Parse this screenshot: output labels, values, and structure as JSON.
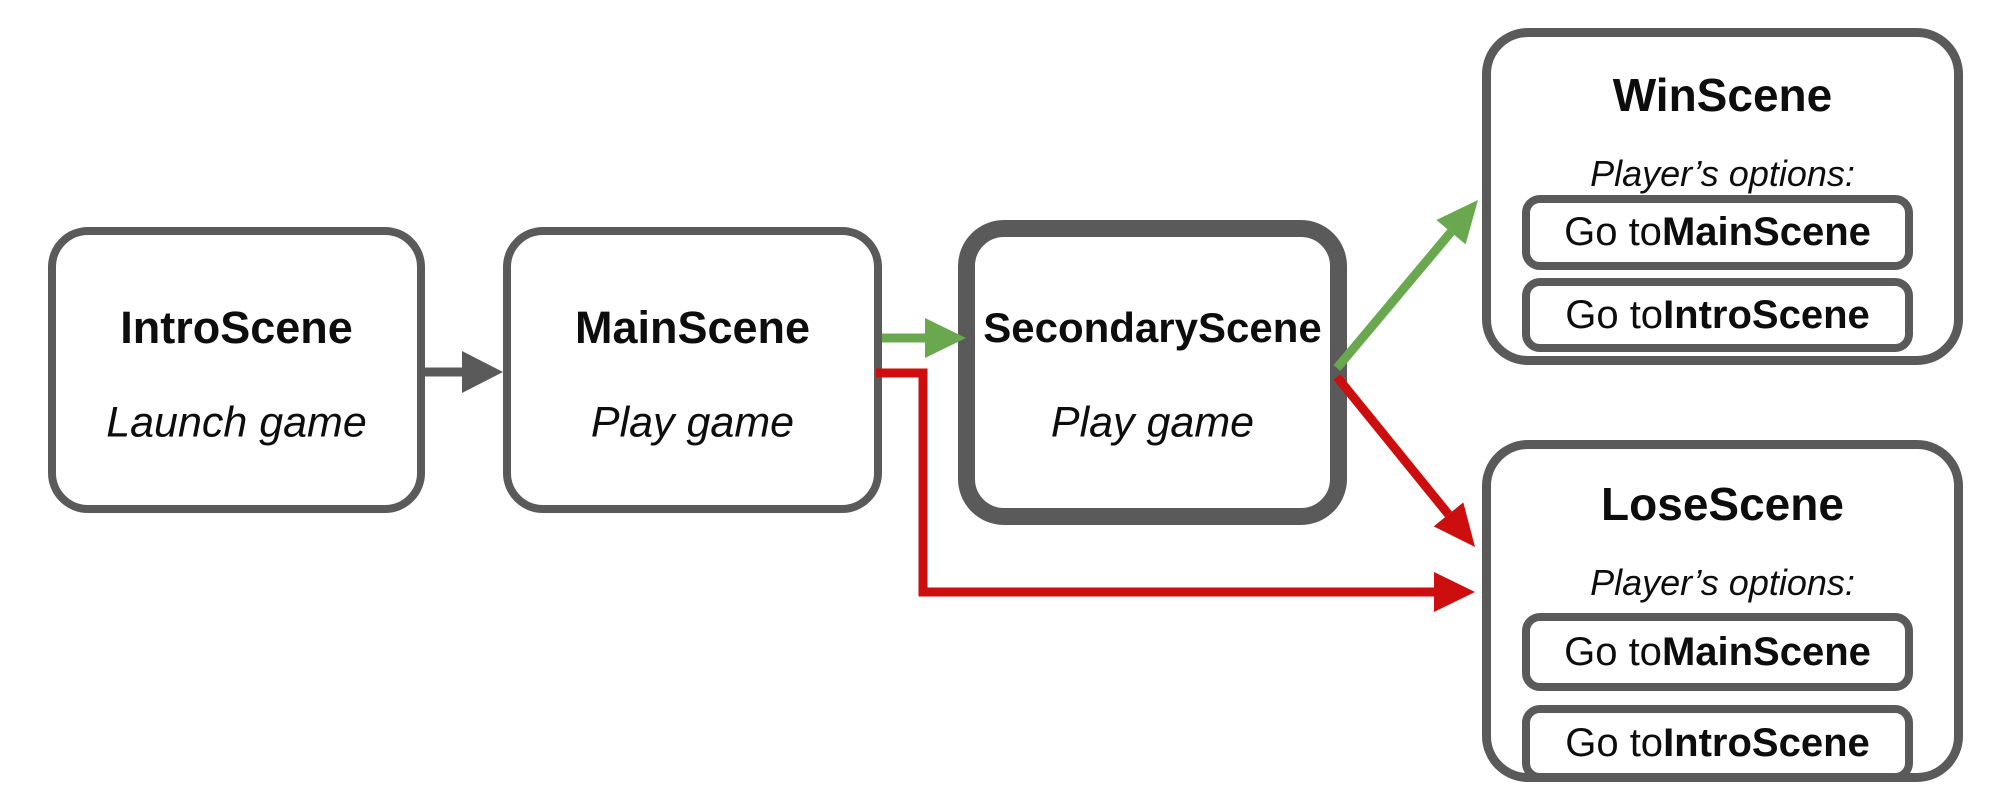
{
  "diagram": {
    "colors": {
      "node_border": "#5a5a5a",
      "arrow_neutral": "#5a5a5a",
      "arrow_win": "#6aa84f",
      "arrow_lose": "#cc0e0e",
      "text": "#0d0d0d",
      "background": "#ffffff"
    },
    "nodes": {
      "intro": {
        "title": "IntroScene",
        "subtitle": "Launch game"
      },
      "main": {
        "title": "MainScene",
        "subtitle": "Play game"
      },
      "secondary": {
        "title": "SecondaryScene",
        "subtitle": "Play game",
        "emphasized": true
      },
      "win": {
        "title": "WinScene",
        "options_label": "Player’s options:",
        "buttons": [
          {
            "prefix": "Go to ",
            "target": "MainScene"
          },
          {
            "prefix": "Go to ",
            "target": "IntroScene"
          }
        ]
      },
      "lose": {
        "title": "LoseScene",
        "options_label": "Player’s options:",
        "buttons": [
          {
            "prefix": "Go to ",
            "target": "MainScene"
          },
          {
            "prefix": "Go to ",
            "target": "IntroScene"
          }
        ]
      }
    },
    "edges": [
      {
        "from": "IntroScene",
        "to": "MainScene",
        "style": "neutral"
      },
      {
        "from": "MainScene",
        "to": "SecondaryScene",
        "style": "win"
      },
      {
        "from": "SecondaryScene",
        "to": "WinScene",
        "style": "win"
      },
      {
        "from": "SecondaryScene",
        "to": "LoseScene",
        "style": "lose"
      },
      {
        "from": "MainScene",
        "to": "LoseScene",
        "style": "lose"
      }
    ]
  }
}
